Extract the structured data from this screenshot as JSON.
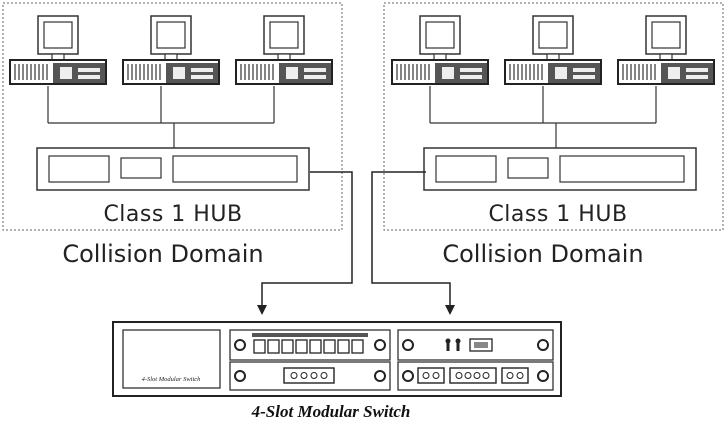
{
  "domains": [
    {
      "hub_label": "Class 1 HUB",
      "domain_label": "Collision Domain"
    },
    {
      "hub_label": "Class 1 HUB",
      "domain_label": "Collision Domain"
    }
  ],
  "switch": {
    "caption": "4-Slot Modular Switch",
    "faceplate_text": "4-Slot Modular Switch"
  }
}
